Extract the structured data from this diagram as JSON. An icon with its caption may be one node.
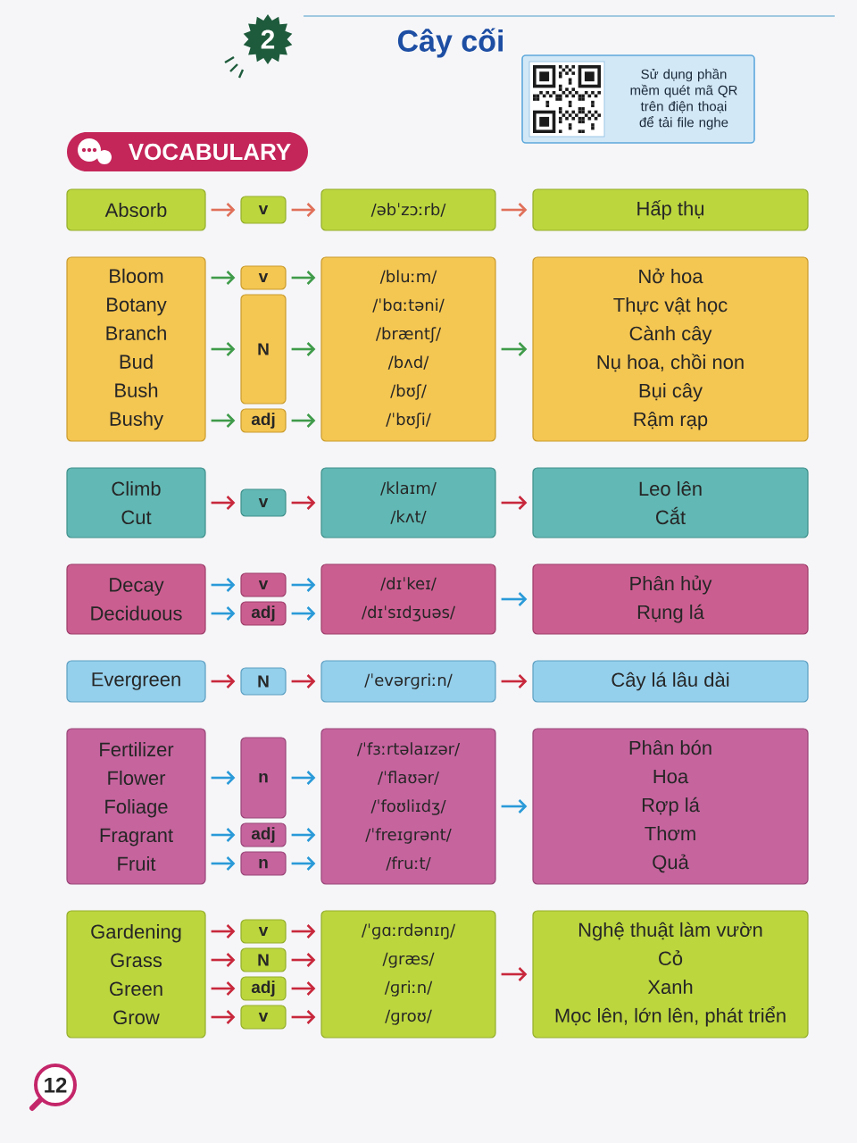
{
  "diagram": {
    "title": "Cây cối",
    "nodes": [
      {
        "text": [
          "2"
        ]
      },
      {
        "text": [
          "Sử dụng phần mềm quét mã QR trên điện thoại để tải file nghe"
        ]
      },
      {
        "text": [
          "VOCABULARY"
        ]
      },
      {
        "text": [
          "Absorb"
        ]
      },
      {
        "text": [
          "v"
        ]
      },
      {
        "text": [
          "/əbˈzɔːrb/"
        ]
      },
      {
        "text": [
          "Hấp thụ"
        ]
      },
      {
        "text": [
          "Bloom",
          "Botany",
          "Branch",
          "Bud",
          "Bush",
          "Bushy"
        ]
      },
      {
        "text": [
          "v"
        ]
      },
      {
        "text": [
          "N"
        ]
      },
      {
        "text": [
          "adj"
        ]
      },
      {
        "text": [
          "/bluːm/",
          "/ˈbɑːtəni/",
          "/bræntʃ/",
          "/bʌd/",
          "/bʊʃ/",
          "/ˈbʊʃi/"
        ]
      },
      {
        "text": [
          "Nở hoa",
          "Thực vật học",
          "Cành cây",
          "Nụ hoa, chồi non",
          "Bụi cây",
          "Rậm rạp"
        ]
      },
      {
        "text": [
          "Climb",
          "Cut"
        ]
      },
      {
        "text": [
          "v"
        ]
      },
      {
        "text": [
          "/klaɪm/",
          "/kʌt/"
        ]
      },
      {
        "text": [
          "Leo lên",
          "Cắt"
        ]
      },
      {
        "text": [
          "Decay",
          "Deciduous"
        ]
      },
      {
        "text": [
          "v"
        ]
      },
      {
        "text": [
          "adj"
        ]
      },
      {
        "text": [
          "/dɪˈkeɪ/",
          "/dɪˈsɪdʒuəs/"
        ]
      },
      {
        "text": [
          "Phân hủy",
          "Rụng lá"
        ]
      },
      {
        "text": [
          "Evergreen"
        ]
      },
      {
        "text": [
          "N"
        ]
      },
      {
        "text": [
          "/ˈevərɡriːn/"
        ]
      },
      {
        "text": [
          "Cây lá lâu dài"
        ]
      },
      {
        "text": [
          "Fertilizer",
          "Flower",
          "Foliage",
          "Fragrant",
          "Fruit"
        ]
      },
      {
        "text": [
          "n"
        ]
      },
      {
        "text": [
          "adj"
        ]
      },
      {
        "text": [
          "n"
        ]
      },
      {
        "text": [
          "/ˈfɜːrtəlaɪzər/",
          "/ˈflaʊər/",
          "/ˈfoʊliɪdʒ/",
          "/ˈfreɪɡrənt/",
          "/fruːt/"
        ]
      },
      {
        "text": [
          "Phân bón",
          "Hoa",
          "Rợp lá",
          "Thơm",
          "Quả"
        ]
      },
      {
        "text": [
          "Gardening",
          "Grass",
          "Green",
          "Grow"
        ]
      },
      {
        "text": [
          "v"
        ]
      },
      {
        "text": [
          "N"
        ]
      },
      {
        "text": [
          "adj"
        ]
      },
      {
        "text": [
          "v"
        ]
      },
      {
        "text": [
          "/ˈɡɑːrdənɪŋ/",
          "/ɡræs/",
          "/ɡriːn/",
          "/ɡroʊ/"
        ]
      },
      {
        "text": [
          "Nghệ thuật làm vườn",
          "Cỏ",
          "Xanh",
          "Mọc lên, lớn lên, phát triển"
        ]
      },
      {
        "text": [
          "12"
        ]
      }
    ],
    "edges": [
      {
        "from": 3,
        "to": 4,
        "arrow": "to",
        "color": "#e0705a"
      },
      {
        "from": 4,
        "to": 5,
        "arrow": "to",
        "color": "#e0705a"
      },
      {
        "from": 5,
        "to": 6,
        "arrow": "to",
        "color": "#e0705a"
      },
      {
        "from": 7,
        "to": 8,
        "arrow": "to",
        "color": "#3f9b4a"
      },
      {
        "from": 7,
        "to": 9,
        "arrow": "to",
        "color": "#3f9b4a"
      },
      {
        "from": 7,
        "to": 10,
        "arrow": "to",
        "color": "#3f9b4a"
      },
      {
        "from": 8,
        "to": 11,
        "arrow": "to",
        "color": "#3f9b4a"
      },
      {
        "from": 9,
        "to": 11,
        "arrow": "to",
        "color": "#3f9b4a"
      },
      {
        "from": 10,
        "to": 11,
        "arrow": "to",
        "color": "#3f9b4a"
      },
      {
        "from": 11,
        "to": 12,
        "arrow": "to",
        "color": "#3f9b4a"
      },
      {
        "from": 13,
        "to": 14,
        "arrow": "to"
      },
      {
        "from": 14,
        "to": 15,
        "arrow": "to"
      },
      {
        "from": 15,
        "to": 16,
        "arrow": "to"
      },
      {
        "from": 17,
        "to": 18,
        "arrow": "to",
        "color": "#2a9ad8"
      },
      {
        "from": 17,
        "to": 19,
        "arrow": "to",
        "color": "#2a9ad8"
      },
      {
        "from": 18,
        "to": 20,
        "arrow": "to",
        "color": "#2a9ad8"
      },
      {
        "from": 19,
        "to": 20,
        "arrow": "to",
        "color": "#2a9ad8"
      },
      {
        "from": 20,
        "to": 21,
        "arrow": "to",
        "color": "#2a9ad8"
      },
      {
        "from": 22,
        "to": 23,
        "arrow": "to"
      },
      {
        "from": 23,
        "to": 24,
        "arrow": "to"
      },
      {
        "from": 24,
        "to": 25,
        "arrow": "to"
      },
      {
        "from": 26,
        "to": 27,
        "arrow": "to",
        "color": "#2a9ad8"
      },
      {
        "from": 26,
        "to": 28,
        "arrow": "to",
        "color": "#2a9ad8"
      },
      {
        "from": 26,
        "to": 29,
        "arrow": "to",
        "color": "#2a9ad8"
      },
      {
        "from": 27,
        "to": 30,
        "arrow": "to",
        "color": "#2a9ad8"
      },
      {
        "from": 28,
        "to": 30,
        "arrow": "to",
        "color": "#2a9ad8"
      },
      {
        "from": 29,
        "to": 30,
        "arrow": "to",
        "color": "#2a9ad8"
      },
      {
        "from": 30,
        "to": 31,
        "arrow": "to",
        "color": "#2a9ad8"
      },
      {
        "from": 32,
        "to": 33,
        "arrow": "to"
      },
      {
        "from": 32,
        "to": 34,
        "arrow": "to"
      },
      {
        "from": 32,
        "to": 35,
        "arrow": "to"
      },
      {
        "from": 32,
        "to": 36,
        "arrow": "to"
      },
      {
        "from": 33,
        "to": 37,
        "arrow": "to"
      },
      {
        "from": 34,
        "to": 37,
        "arrow": "to"
      },
      {
        "from": 35,
        "to": 37,
        "arrow": "to"
      },
      {
        "from": 36,
        "to": 37,
        "arrow": "to"
      },
      {
        "from": 37,
        "to": 38,
        "arrow": "to"
      }
    ]
  }
}
